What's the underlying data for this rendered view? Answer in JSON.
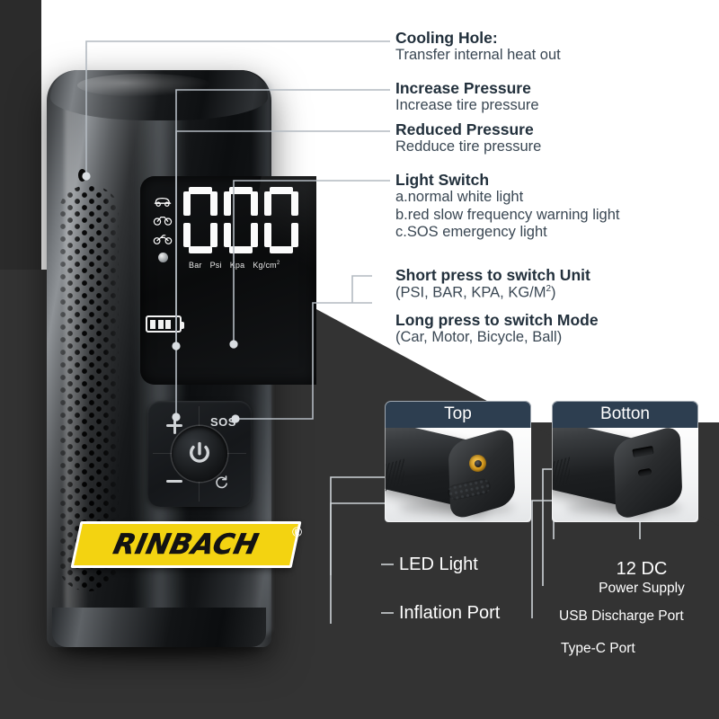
{
  "brand": {
    "name": "RINBACH",
    "registered_mark": "®",
    "logo_bg": "#f3d311",
    "logo_text_color": "#131313"
  },
  "theme": {
    "white_bg": "#ffffff",
    "dark_bg": "#333333",
    "text_dark": "#22303c",
    "text_sub": "#3a4753",
    "card_header_bg": "#2d3e50",
    "leader_line_light": "#aab2ba",
    "leader_line_white": "#e6e6e6"
  },
  "display": {
    "value": "000",
    "mode_icons": [
      "car-icon",
      "bicycle-icon",
      "motorcycle-icon",
      "ball-icon"
    ],
    "battery_bars": 3,
    "units": [
      "Bar",
      "Psi",
      "Kpa",
      "Kg/cm"
    ],
    "unit_superscript": "2"
  },
  "controls": {
    "sos_label": "SOS",
    "power_icon": "power-icon",
    "increase_icon": "plus-icon",
    "decrease_icon": "minus-icon",
    "light_icon": "light-loop-icon"
  },
  "callouts": [
    {
      "title": "Cooling Hole:",
      "sub": "Transfer internal heat out"
    },
    {
      "title": "Increase Pressure",
      "sub": "Increase tire pressure"
    },
    {
      "title": "Reduced Pressure",
      "sub": "Redduce tire pressure"
    },
    {
      "title": "Light Switch",
      "sub_a": "a.normal white light",
      "sub_b": "b.red slow frequency warning light",
      "sub_c": "c.SOS emergency light"
    },
    {
      "title": "Short press to switch Unit",
      "sub": "(PSI, BAR, KPA, KG/M",
      "sub_sup": "2",
      "sub_tail": ")"
    },
    {
      "title": "Long press to switch Mode",
      "sub": "(Car, Motor, Bicycle, Ball)"
    }
  ],
  "cards": {
    "top": {
      "label": "Top"
    },
    "bottom": {
      "label": "Botton"
    }
  },
  "dark_labels": {
    "led_light": "LED Light",
    "inflation_port": "Inflation Port",
    "dc_value": "12 DC",
    "dc_sub": "Power Supply",
    "usb_port": "USB Discharge Port",
    "typec_port": "Type-C Port"
  }
}
